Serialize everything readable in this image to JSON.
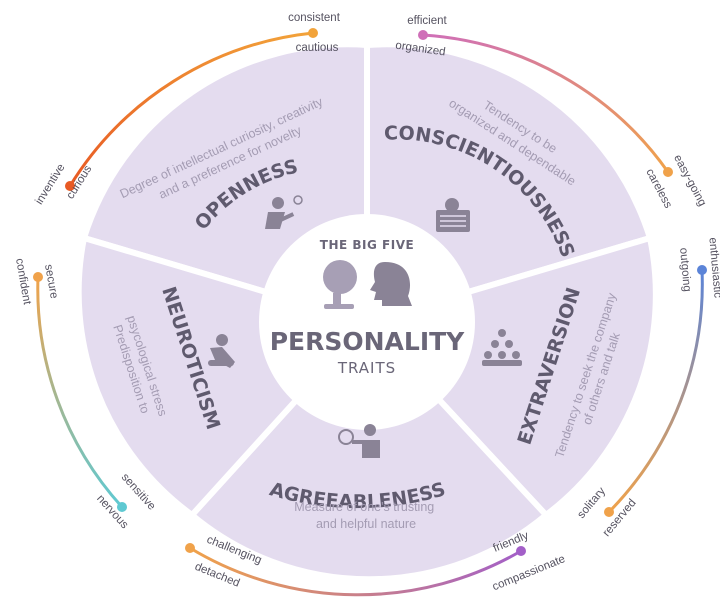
{
  "center": {
    "top": "THE BIG FIVE",
    "main": "PERSONALITY",
    "sub": "TRAITS"
  },
  "traits": {
    "openness": {
      "title": "OPENNESS",
      "desc": [
        "Degree of intellectual curiosity, creativity",
        "and a preference for novelty"
      ],
      "scale_outer": [
        "inventive",
        "consistent"
      ],
      "scale_inner": [
        "curious",
        "cautious"
      ]
    },
    "conscientiousness": {
      "title": "CONSCIENTIOUSNESS",
      "desc": [
        "Tendency to be",
        "organized and dependable"
      ],
      "scale_outer": [
        "efficient",
        "easy-going"
      ],
      "scale_inner": [
        "organized",
        "careless"
      ]
    },
    "extraversion": {
      "title": "EXTRAVERSION",
      "desc": [
        "Tendency to seek the company",
        "of others and talk"
      ],
      "scale_outer": [
        "enthusiastic",
        "solitary"
      ],
      "scale_inner": [
        "outgoing",
        "reserved"
      ]
    },
    "agreeableness": {
      "title": "AGREEABLENESS",
      "desc": [
        "Measure of one's trusting",
        "and helpful nature"
      ],
      "scale_outer": [
        "friendly",
        "challenging"
      ],
      "scale_inner": [
        "compassionate",
        "detached"
      ]
    },
    "neuroticism": {
      "title": "NEUROTICISM",
      "desc": [
        "Predisposition to",
        "psycological stress"
      ],
      "scale_outer": [
        "sensitive",
        "secure"
      ],
      "scale_inner": [
        "nervous",
        "confident"
      ]
    }
  },
  "colors": {
    "openness": [
      "#e85a24",
      "#f2a33a"
    ],
    "conscientiousness": [
      "#cf6fb8",
      "#f0a24a"
    ],
    "extraversion": [
      "#5b84d8",
      "#f0a24a"
    ],
    "agreeableness": [
      "#f0a24a",
      "#a35fc8"
    ],
    "neuroticism": [
      "#f0a24a",
      "#5fc9d2"
    ],
    "segment_fill": "#e4dcef",
    "icon_gray": "#8a8396"
  }
}
